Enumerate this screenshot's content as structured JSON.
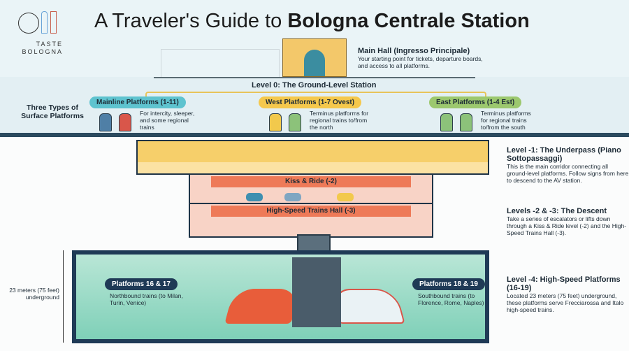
{
  "logo": {
    "line1": "TASTE",
    "line2": "BOLOGNA"
  },
  "title": {
    "regular": "A Traveler's Guide to ",
    "bold": "Bologna Centrale Station"
  },
  "main_hall": {
    "title": "Main Hall (Ingresso Principale)",
    "text": "Your starting point for tickets, departure boards, and access to all platforms."
  },
  "level0": {
    "title": "Level 0: The Ground-Level Station",
    "side_label": "Three Types of Surface Platforms"
  },
  "platforms": [
    {
      "label": "Mainline Platforms (1-11)",
      "text": "For intercity, sleeper, and some regional trains",
      "color": "#5ec3cf"
    },
    {
      "label": "West Platforms (1-7 Ovest)",
      "text": "Terminus platforms for regional trains to/from the north",
      "color": "#f5c84c"
    },
    {
      "label": "East Platforms (1-4 Est)",
      "text": "Terminus platforms for regional trains to/from the south",
      "color": "#9cc86e"
    }
  ],
  "floors": {
    "kiss_ride": "Kiss & Ride (-2)",
    "hs_hall": "High-Speed Trains Hall (-3)"
  },
  "levels": [
    {
      "title": "Level -1: The Underpass (Piano Sottopassaggi)",
      "text": "This is the main corridor connecting all ground-level platforms. Follow signs from here to descend to the AV station."
    },
    {
      "title": "Levels -2 & -3: The Descent",
      "text": "Take a series of escalators or lifts down through a Kiss & Ride level (-2) and the High-Speed Trains Hall (-3)."
    },
    {
      "title": "Level -4: High-Speed Platforms (16-19)",
      "text": "Located 23 meters (75 feet) underground, these platforms serve Frecciarossa and Italo high-speed trains."
    }
  ],
  "depth": "23 meters (75 feet) underground",
  "hs_platforms": [
    {
      "label": "Platforms 16 & 17",
      "text": "Northbound trains (to Milan, Turin, Venice)"
    },
    {
      "label": "Platforms 18 & 19",
      "text": "Southbound trains (to Florence, Rome, Naples)"
    }
  ]
}
